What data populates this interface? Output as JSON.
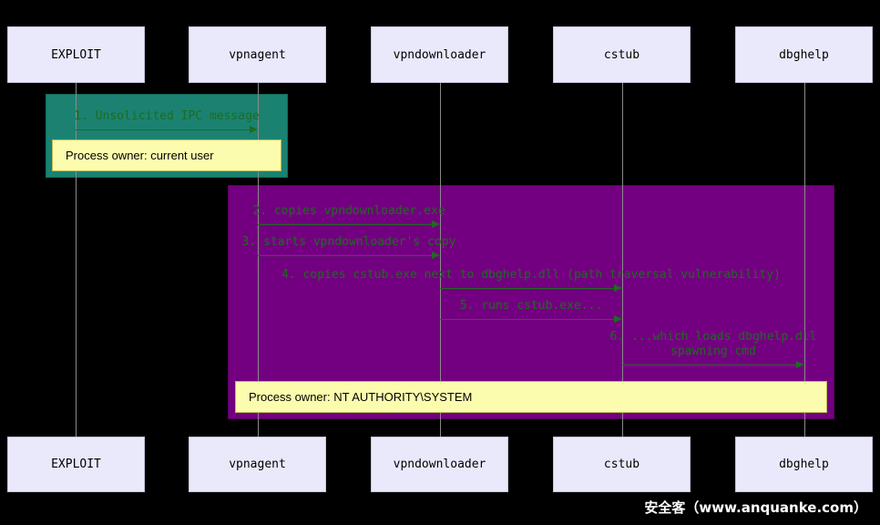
{
  "diagram": {
    "type": "sequence",
    "participants": [
      {
        "label": "EXPLOIT"
      },
      {
        "label": "vpnagent"
      },
      {
        "label": "vpndownloader"
      },
      {
        "label": "cstub"
      },
      {
        "label": "dbghelp"
      }
    ],
    "messages": [
      {
        "from": "EXPLOIT",
        "to": "vpnagent",
        "label": "1. Unsolicited IPC message"
      },
      {
        "from": "vpnagent",
        "to": "vpndownloader",
        "label": "2. copies vpndownloader.exe"
      },
      {
        "from": "vpnagent",
        "to": "vpndownloader",
        "label": "3. starts vpndownloader's copy"
      },
      {
        "from": "vpndownloader",
        "to": "cstub",
        "label": "4. copies cstub.exe next to dbghelp.dll (path traversal vulnerability)"
      },
      {
        "from": "vpndownloader",
        "to": "cstub",
        "label": "5. runs cstub.exe..."
      },
      {
        "from": "cstub",
        "to": "dbghelp",
        "label": "6. ...which loads dbghelp.dll spawning cmd",
        "line1": "6. ...which loads dbghelp.dll",
        "line2": "spawning cmd"
      }
    ],
    "groups": [
      {
        "name": "current-user-phase",
        "color": "#1b8271",
        "note": "Process owner: current user"
      },
      {
        "name": "system-phase",
        "color": "#730080",
        "note": "Process owner: NT AUTHORITY\\SYSTEM"
      }
    ],
    "colors": {
      "background": "#000000",
      "arrow_green": "#1e6b1e",
      "participant_fill": "#e9e9fb",
      "note_fill": "#fcfcae"
    }
  },
  "watermark": "安全客（www.anquanke.com）"
}
